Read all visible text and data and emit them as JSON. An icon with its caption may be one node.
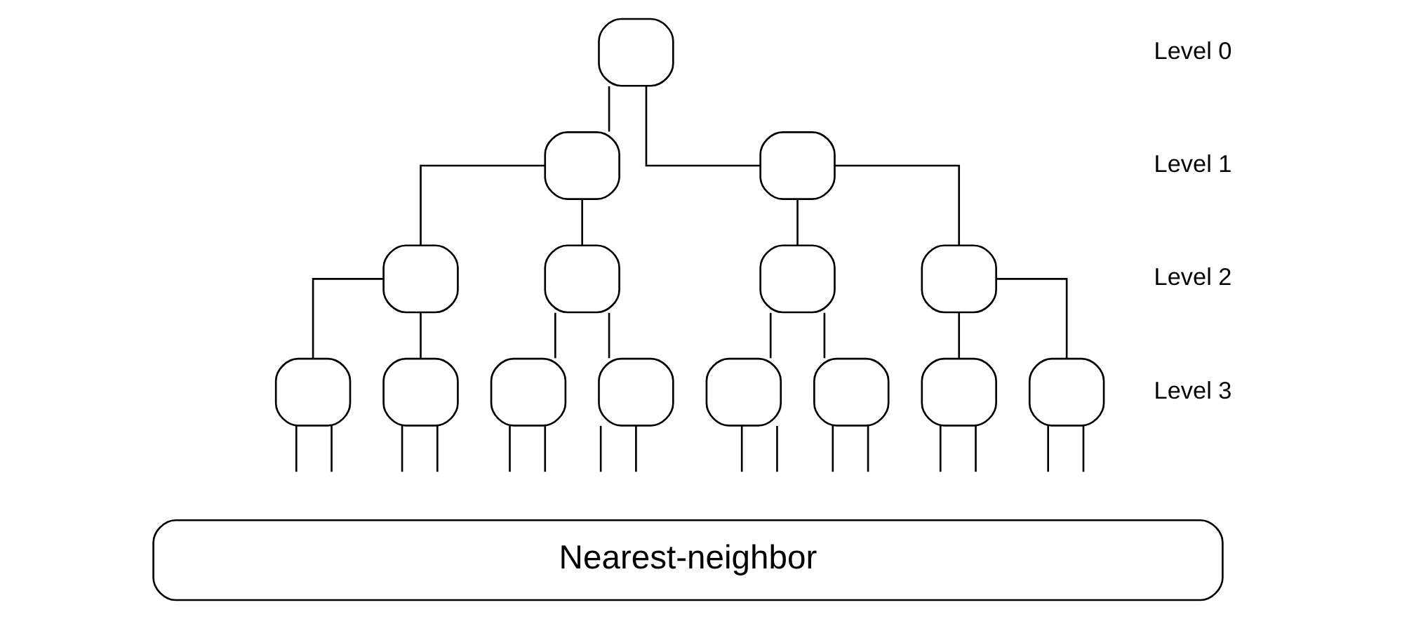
{
  "diagram": {
    "nodes": [
      {
        "text": [],
        "shape": "box"
      },
      {
        "text": [],
        "shape": "box"
      },
      {
        "text": [],
        "shape": "box"
      },
      {
        "text": [],
        "shape": "box"
      },
      {
        "text": [],
        "shape": "box"
      },
      {
        "text": [],
        "shape": "box"
      },
      {
        "text": [],
        "shape": "box"
      },
      {
        "text": [],
        "shape": "box"
      },
      {
        "text": [],
        "shape": "box"
      },
      {
        "text": [],
        "shape": "box"
      },
      {
        "text": [],
        "shape": "box"
      },
      {
        "text": [],
        "shape": "box"
      },
      {
        "text": [],
        "shape": "box"
      },
      {
        "text": [],
        "shape": "box"
      },
      {
        "text": [],
        "shape": "box"
      },
      {
        "text": [
          "Nearest-neighbor"
        ]
      }
    ],
    "edges": [
      {
        "from": 0,
        "to": 1,
        "arrow": "none"
      },
      {
        "from": 0,
        "to": 2,
        "arrow": "none"
      },
      {
        "from": 1,
        "to": 3,
        "arrow": "none"
      },
      {
        "from": 1,
        "to": 4,
        "arrow": "none"
      },
      {
        "from": 2,
        "to": 5,
        "arrow": "none"
      },
      {
        "from": 2,
        "to": 6,
        "arrow": "none"
      },
      {
        "from": 3,
        "to": 7,
        "arrow": "none"
      },
      {
        "from": 3,
        "to": 8,
        "arrow": "none"
      },
      {
        "from": 4,
        "to": 9,
        "arrow": "none"
      },
      {
        "from": 4,
        "to": 10,
        "arrow": "none"
      },
      {
        "from": 5,
        "to": 11,
        "arrow": "none"
      },
      {
        "from": 5,
        "to": 12,
        "arrow": "none"
      },
      {
        "from": 6,
        "to": 13,
        "arrow": "none"
      },
      {
        "from": 6,
        "to": 14,
        "arrow": "none"
      },
      {
        "from": 7,
        "to": null,
        "arrow": "none"
      },
      {
        "from": 7,
        "to": null,
        "arrow": "none"
      },
      {
        "from": 8,
        "to": null,
        "arrow": "none"
      },
      {
        "from": 8,
        "to": null,
        "arrow": "none"
      },
      {
        "from": 9,
        "to": null,
        "arrow": "none"
      },
      {
        "from": 9,
        "to": null,
        "arrow": "none"
      },
      {
        "from": 10,
        "to": null,
        "arrow": "none"
      },
      {
        "from": 10,
        "to": null,
        "arrow": "none"
      },
      {
        "from": 11,
        "to": null,
        "arrow": "none"
      },
      {
        "from": 11,
        "to": null,
        "arrow": "none"
      },
      {
        "from": 12,
        "to": null,
        "arrow": "none"
      },
      {
        "from": 12,
        "to": null,
        "arrow": "none"
      },
      {
        "from": 13,
        "to": null,
        "arrow": "none"
      },
      {
        "from": 13,
        "to": null,
        "arrow": "none"
      },
      {
        "from": 14,
        "to": null,
        "arrow": "none"
      },
      {
        "from": 14,
        "to": null,
        "arrow": "none"
      }
    ],
    "labels": [
      "Level 0",
      "Level 1",
      "Level 2",
      "Level 3"
    ]
  }
}
